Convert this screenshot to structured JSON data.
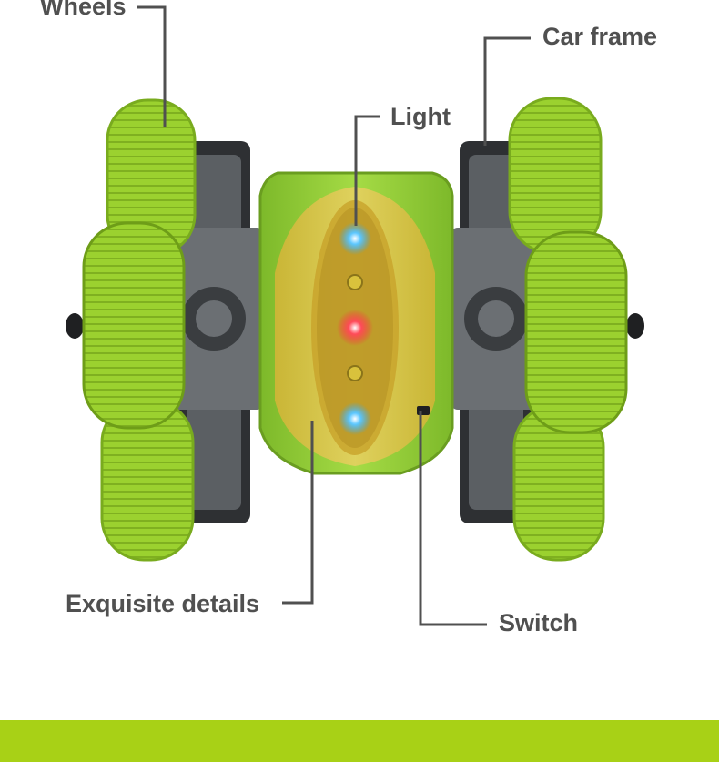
{
  "labels": {
    "wheels": "Wheels",
    "car_frame": "Car frame",
    "light": "Light",
    "exquisite_details": "Exquisite details",
    "switch": "Switch"
  },
  "colors": {
    "tire_green": "#9bd12f",
    "tire_dark": "#79ab1e",
    "body_green": "#8fcc33",
    "shell_yellow": "#e0c43a",
    "frame_gray": "#5b5f63",
    "frame_dark": "#2e3033",
    "light_blue": "#2aa8ff",
    "light_red": "#ff2a3a",
    "leader_line": "#505050",
    "footer_band": "#a8d116"
  }
}
